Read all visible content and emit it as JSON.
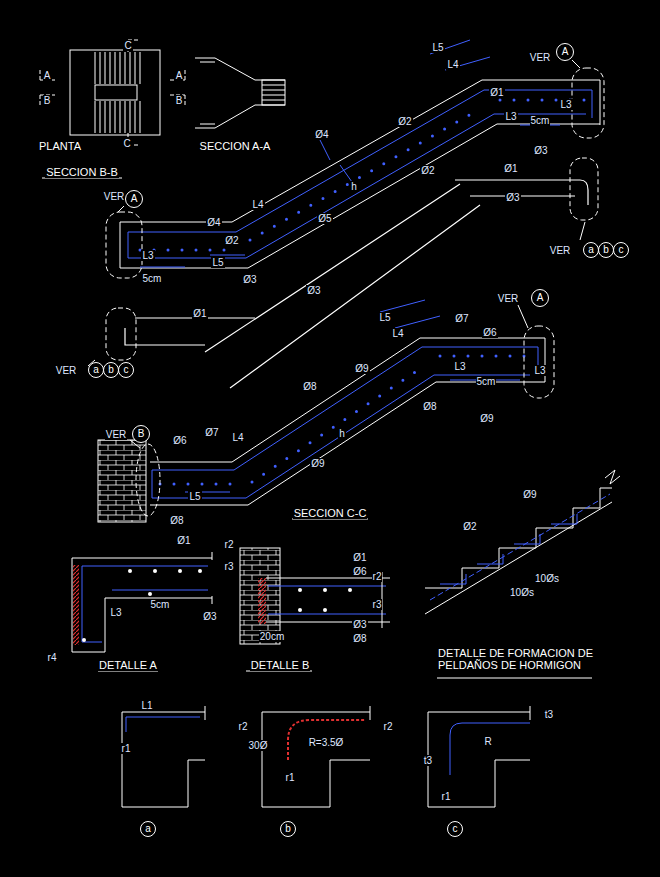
{
  "diagram": {
    "nodes": [
      {
        "text": [
          "A"
        ]
      },
      {
        "text": [
          "A"
        ]
      },
      {
        "text": [
          "a"
        ]
      },
      {
        "text": [
          "b"
        ]
      },
      {
        "text": [
          "c"
        ]
      },
      {
        "text": [
          "A"
        ]
      },
      {
        "text": [
          "B"
        ]
      },
      {
        "text": [
          "a"
        ]
      },
      {
        "text": [
          "b"
        ]
      },
      {
        "text": [
          "c"
        ]
      },
      {
        "text": [
          "a"
        ]
      },
      {
        "text": [
          "b"
        ]
      },
      {
        "text": [
          "c"
        ]
      }
    ],
    "labels": [
      "C",
      "C",
      "A",
      "B",
      "A",
      "B",
      "PLANTA",
      "SECCION A-A",
      "SECCION B-B",
      "VER",
      "L5",
      "L4",
      "Ø1",
      "Ø2",
      "L3",
      "5cm",
      "Ø3",
      "L3",
      "Ø4",
      "h",
      "Ø2",
      "Ø5",
      "Ø1",
      "Ø3",
      "VER",
      "Ø4",
      "L4",
      "Ø2",
      "Ø3",
      "L5",
      "L3",
      "5cm",
      "VER",
      "Ø1",
      "Ø3",
      "VER",
      "L5",
      "L4",
      "Ø7",
      "Ø6",
      "L3",
      "5cm",
      "L3",
      "Ø8",
      "Ø9",
      "Ø9",
      "Ø8",
      "h",
      "Ø7",
      "Ø6",
      "L4",
      "Ø9",
      "L5",
      "Ø8",
      "VER",
      "VER",
      "SECCION C-C",
      "Ø1",
      "r2",
      "r3",
      "5cm",
      "L3",
      "Ø3",
      "r4",
      "DETALLE A",
      "Ø1",
      "Ø6",
      "r2",
      "r3",
      "Ø3",
      "Ø8",
      "20cm",
      "DETALLE B",
      "Ø9",
      "Ø2",
      "10Øs",
      "10Øs",
      "DETALLE DE FORMACION DE PELDAÑOS DE HORMIGON",
      "L1",
      "r2",
      "r1",
      "30Ø",
      "R=3.5Ø",
      "r2",
      "r1",
      "t3",
      "R",
      "t3",
      "r1"
    ]
  }
}
